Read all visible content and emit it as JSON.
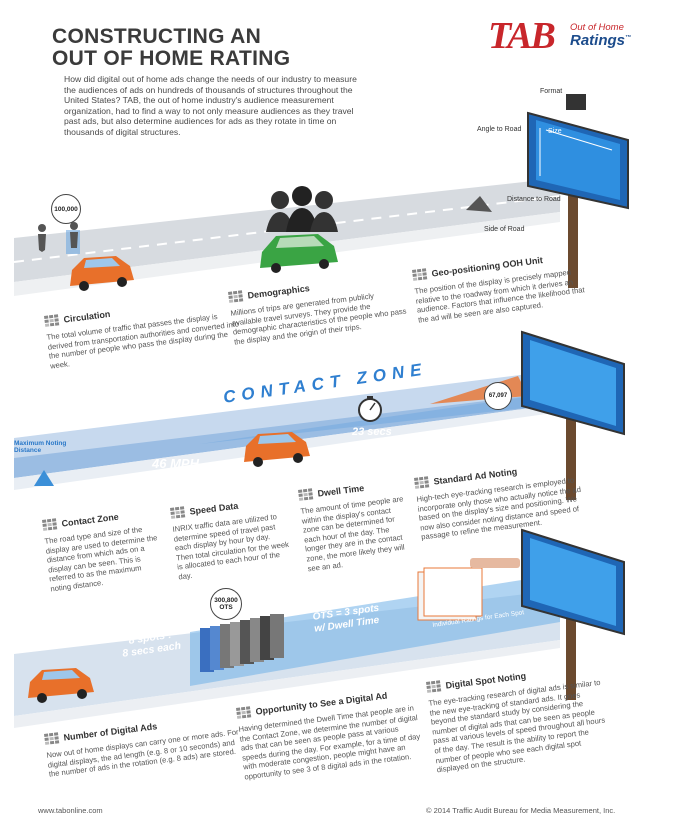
{
  "header": {
    "title_line1": "CONSTRUCTING AN",
    "title_line2": "OUT OF HOME RATING",
    "intro": "How did digital out of home ads change the needs of our industry to measure the audiences of ads on hundreds of thousands of structures throughout the United States? TAB, the out of home industry's audience measurement organization, had to find a way to not only measure audiences as they travel past ads, but also determine audiences for ads as they rotate in time on thousands of digital structures."
  },
  "logo": {
    "brand": "TAB",
    "line1": "Out of Home",
    "line2": "Ratings",
    "tm": "™"
  },
  "billboard_labels": {
    "format": "Format",
    "angle": "Angle to Road",
    "size": "Size",
    "distance": "Distance to Road",
    "side": "Side of Road"
  },
  "graphics": {
    "count_circle": "100,000",
    "contact_zone": "CONTACT ZONE",
    "speed": "46 MPH",
    "time": "23 secs",
    "max_noting": "Maximum Noting Distance",
    "impressions": "67,097",
    "ots_circle_value": "300,800",
    "ots_circle_unit": "OTS",
    "spots_line1": "8 spots :",
    "spots_line2": "8 secs each",
    "ots_dwell_line1": "OTS = 3 spots",
    "ots_dwell_line2": "w/ Dwell Time",
    "individual": "Individual Ratings for Each Spot"
  },
  "sections": {
    "circulation": {
      "title": "Circulation",
      "text": "The total volume of traffic that passes the display is derived from transportation authorities and converted into the number of people who pass the display during the week."
    },
    "demographics": {
      "title": "Demographics",
      "text": "Millions of trips are generated from publicly available travel surveys. They provide the demographic characteristics of the people who pass the display and the origin of their trips."
    },
    "geo": {
      "title": "Geo-positioning OOH Unit",
      "text": "The position of the display is precisely mapped relative to the roadway from which it derives an audience. Factors that influence the likelihood that the ad will be seen are also captured."
    },
    "contact": {
      "title": "Contact Zone",
      "text": "The road type and size of the display are used to determine the distance from which ads on a display can be seen. This is referred to as the maximum noting distance."
    },
    "speed": {
      "title": "Speed Data",
      "text": "INRIX traffic data are utilized to determine speed of travel past each display by hour by day. Then total circulation for the week is allocated to each hour of the day."
    },
    "dwell": {
      "title": "Dwell Time",
      "text": "The amount of time people are within the display's contact zone can be determined for each hour of the day. The longer they are in the contact zone, the more likely they will see an ad."
    },
    "standard": {
      "title": "Standard Ad Noting",
      "text": "High-tech eye-tracking research is employed to incorporate only those who actually notice the ad based on the display's size and positioning. We now also consider noting distance and speed of passage to refine the measurement."
    },
    "digital_ads": {
      "title": "Number of Digital Ads",
      "text": "Now out of home displays can carry one or more ads. For digital displays, the ad length (e.g. 8 or 10 seconds) and the number of ads in the rotation (e.g. 8 ads) are stored."
    },
    "opportunity": {
      "title": "Opportunity to See a Digital Ad",
      "text": "Having determined the Dwell Time that people are in the Contact Zone, we determine the number of digital ads that can be seen as people pass at various speeds during the day. For example, for a time of day with moderate congestion, people might have an opportunity to see 3 of 8 digital ads in the rotation."
    },
    "spot": {
      "title": "Digital Spot Noting",
      "text": "The eye-tracking research of digital ads is similar to the new eye-tracking of standard ads. It goes beyond the standard study by considering the number of digital ads that can be seen as people pass at various levels of speed throughout all hours of the day. The result is the ability to report the number of people who see each digital spot displayed on the structure."
    }
  },
  "footer": {
    "website": "www.tabonline.com",
    "copyright": "© 2014 Traffic Audit Bureau for Media Measurement, Inc."
  }
}
